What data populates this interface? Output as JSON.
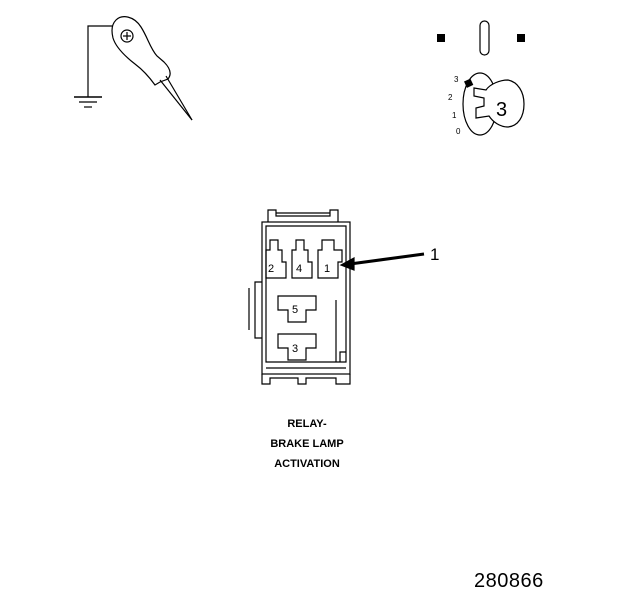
{
  "ignition": {
    "positions": [
      "3",
      "2",
      "1",
      "0"
    ],
    "key_number": "3"
  },
  "relay": {
    "terminals": [
      "2",
      "4",
      "1",
      "5",
      "3"
    ],
    "callout": "1"
  },
  "caption": {
    "line1": "RELAY-",
    "line2": "BRAKE LAMP",
    "line3": "ACTIVATION"
  },
  "figure_number": "280866"
}
